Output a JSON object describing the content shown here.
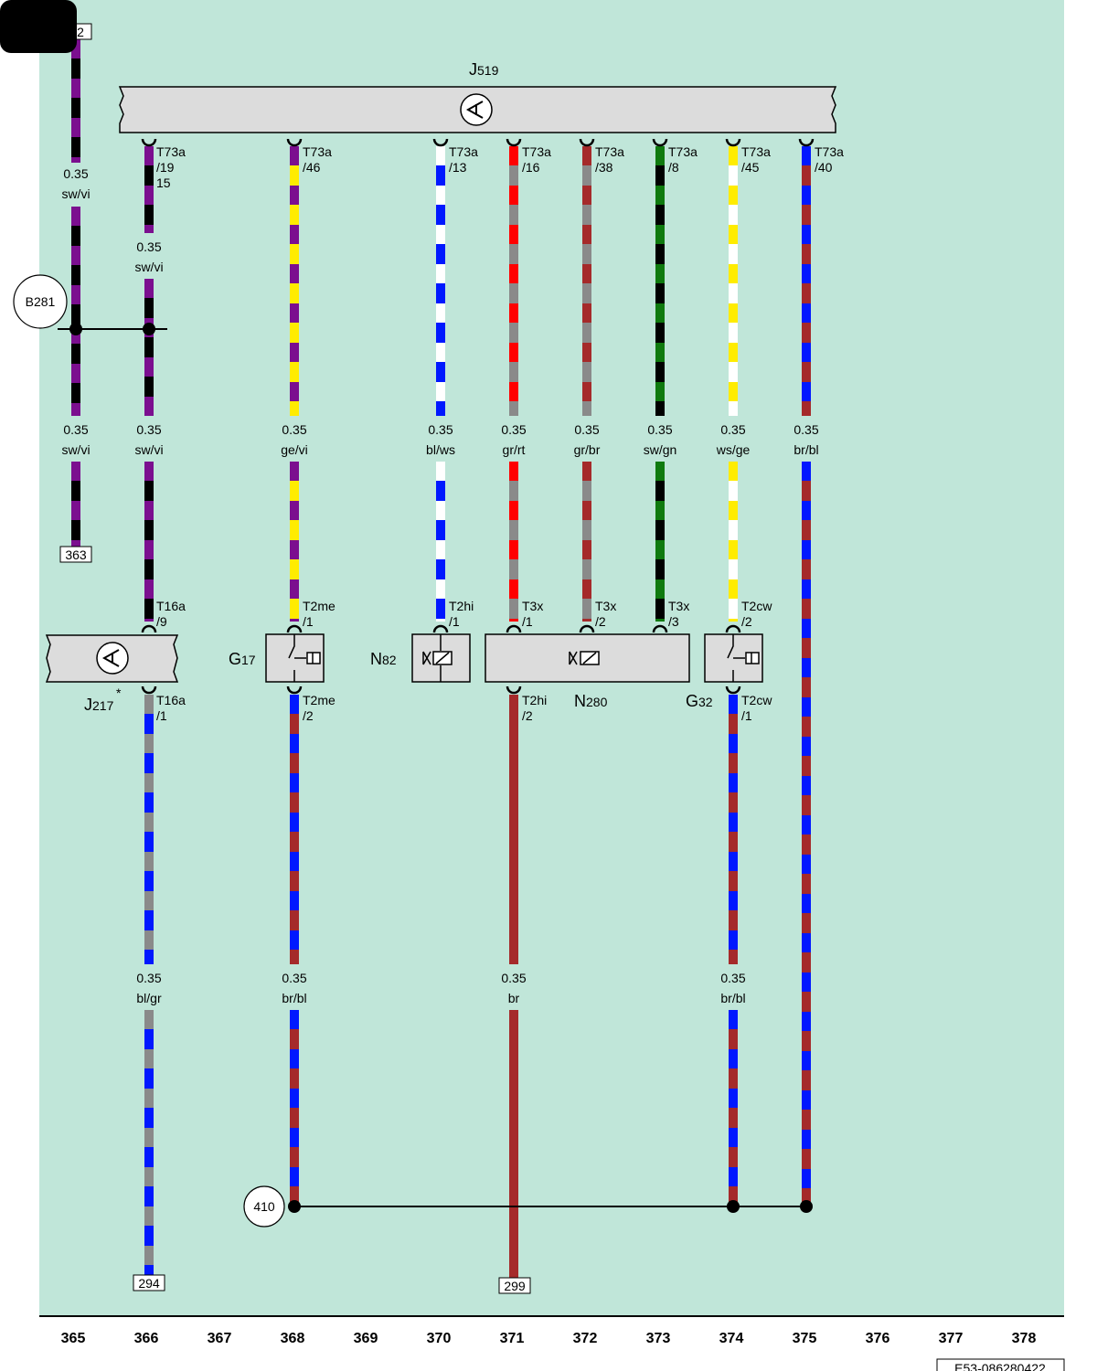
{
  "module_top": {
    "name": "J",
    "sub": "519"
  },
  "pins_top": [
    {
      "connector": "T73a",
      "pin": "/19",
      "extra": "15"
    },
    {
      "connector": "T73a",
      "pin": "/46"
    },
    {
      "connector": "T73a",
      "pin": "/13"
    },
    {
      "connector": "T73a",
      "pin": "/16"
    },
    {
      "connector": "T73a",
      "pin": "/38"
    },
    {
      "connector": "T73a",
      "pin": "/8"
    },
    {
      "connector": "T73a",
      "pin": "/45"
    },
    {
      "connector": "T73a",
      "pin": "/40"
    }
  ],
  "ref_boxes": {
    "top_left": "2",
    "left_bottom": "363",
    "j217_bottom": "294",
    "n280_bottom": "299"
  },
  "wire_labels": {
    "w365_a": {
      "size": "0.35",
      "color": "sw/vi"
    },
    "w366_a": {
      "size": "0.35",
      "color": "sw/vi"
    },
    "w365_b": {
      "size": "0.35",
      "color": "sw/vi"
    },
    "w366_b": {
      "size": "0.35",
      "color": "sw/vi"
    },
    "w368": {
      "size": "0.35",
      "color": "ge/vi"
    },
    "w370": {
      "size": "0.35",
      "color": "bl/ws"
    },
    "w371": {
      "size": "0.35",
      "color": "gr/rt"
    },
    "w372": {
      "size": "0.35",
      "color": "gr/br"
    },
    "w373": {
      "size": "0.35",
      "color": "sw/gn"
    },
    "w374": {
      "size": "0.35",
      "color": "ws/ge"
    },
    "w375": {
      "size": "0.35",
      "color": "br/bl"
    },
    "w366_low": {
      "size": "0.35",
      "color": "bl/gr"
    },
    "w368_low": {
      "size": "0.35",
      "color": "br/bl"
    },
    "w371_low": {
      "size": "0.35",
      "color": "br"
    },
    "w374_low": {
      "size": "0.35",
      "color": "br/bl"
    }
  },
  "connector_labels": {
    "t16a_9": {
      "connector": "T16a",
      "pin": "/9"
    },
    "t2me_1": {
      "connector": "T2me",
      "pin": "/1"
    },
    "t2hi_1": {
      "connector": "T2hi",
      "pin": "/1"
    },
    "t3x_1": {
      "connector": "T3x",
      "pin": "/1"
    },
    "t3x_2": {
      "connector": "T3x",
      "pin": "/2"
    },
    "t3x_3": {
      "connector": "T3x",
      "pin": "/3"
    },
    "t2cw_2": {
      "connector": "T2cw",
      "pin": "/2"
    },
    "t16a_1": {
      "connector": "T16a",
      "pin": "/1"
    },
    "t2me_2": {
      "connector": "T2me",
      "pin": "/2"
    },
    "t2hi_2": {
      "connector": "T2hi",
      "pin": "/2"
    },
    "t2cw_1": {
      "connector": "T2cw",
      "pin": "/1"
    }
  },
  "components": {
    "j217": {
      "name": "J",
      "sub": "217",
      "mark": "*"
    },
    "g17": {
      "name": "G",
      "sub": "17"
    },
    "n82": {
      "name": "N",
      "sub": "82"
    },
    "n280": {
      "name": "N",
      "sub": "280"
    },
    "g32": {
      "name": "G",
      "sub": "32"
    }
  },
  "ground_points": {
    "b281": "B281",
    "p410": "410"
  },
  "columns": [
    "365",
    "366",
    "367",
    "368",
    "369",
    "370",
    "371",
    "372",
    "373",
    "374",
    "375",
    "376",
    "377",
    "378"
  ],
  "footer_code": "E53-086280422",
  "colors": {
    "background": "#c0e6d9",
    "sw": "#000000",
    "vi": "#7b0f8f",
    "ge": "#ffec00",
    "bl": "#0018ff",
    "ws": "#ffffff",
    "gr": "#8a8a8a",
    "rt": "#ff0000",
    "br": "#a52a2a",
    "gn": "#0f7a0f",
    "module_fill": "#dcdcdc"
  }
}
